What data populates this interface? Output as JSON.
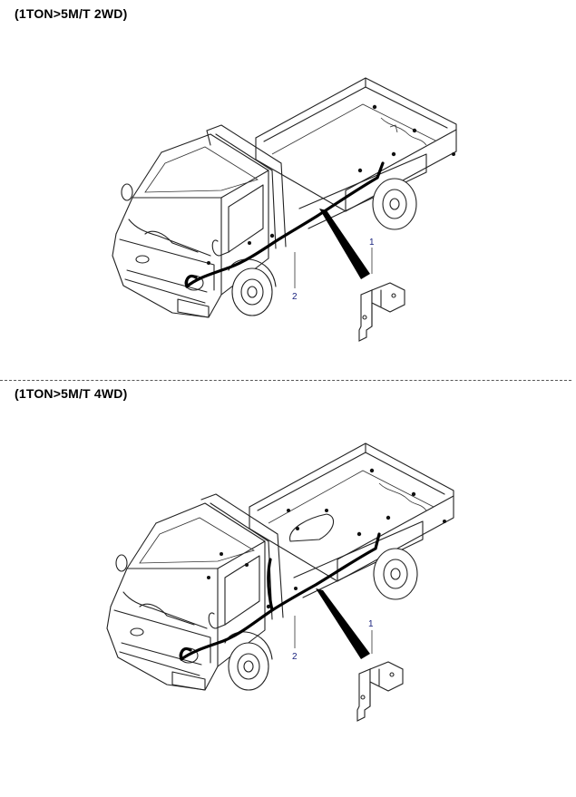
{
  "sections": [
    {
      "title": "(1TON>5M/T 2WD)",
      "callouts": [
        "1",
        "2"
      ]
    },
    {
      "title": "(1TON>5M/T 4WD)",
      "callouts": [
        "1",
        "2"
      ]
    }
  ],
  "colors": {
    "line": "#222222",
    "callout": "#1a237e",
    "divider": "#555555"
  }
}
